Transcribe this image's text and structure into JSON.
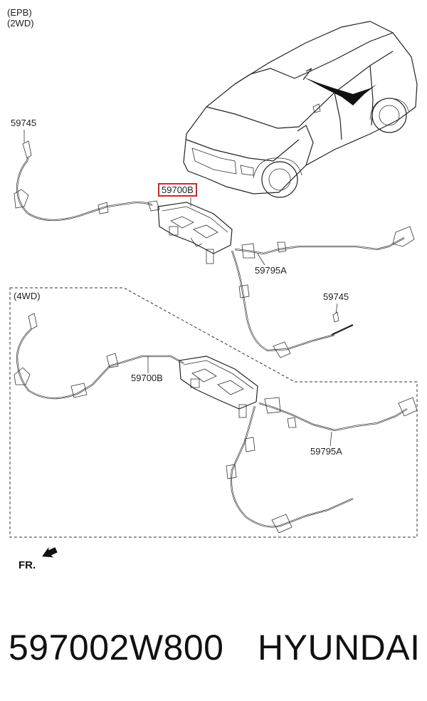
{
  "header": {
    "line1": "(EPB)",
    "line2": "(2WD)"
  },
  "labels": {
    "epb_upper_cable_2wd": "59745",
    "epb_actuator_2wd": "59700B",
    "epb_lower_cable_2wd": "59795A",
    "section_4wd": "(4WD)",
    "epb_upper_cable_4wd": "59745",
    "epb_actuator_4wd": "59700B",
    "epb_lower_cable_4wd": "59795A"
  },
  "front_indicator": "FR.",
  "footer": {
    "part_number": "597002W800",
    "brand": "HYUNDAI"
  },
  "colors": {
    "highlight": "#e02020",
    "line": "#222222",
    "background": "#ffffff"
  }
}
